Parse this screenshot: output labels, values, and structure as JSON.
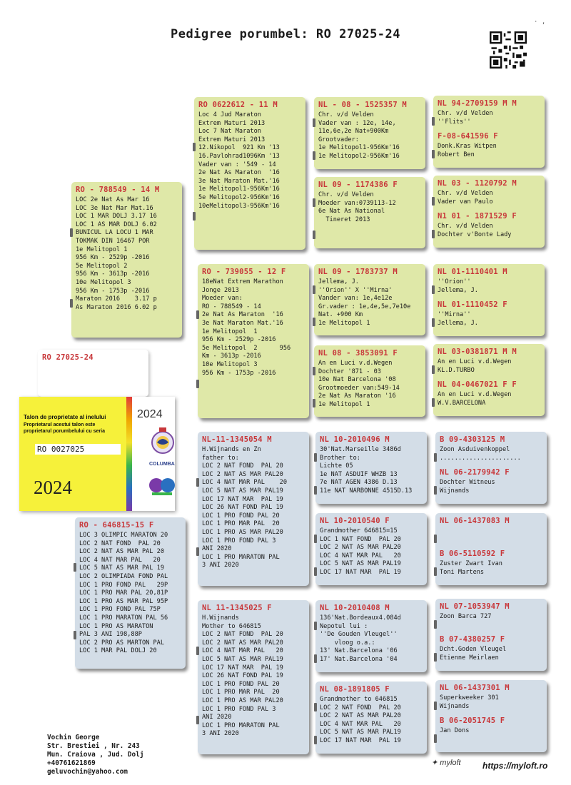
{
  "title": "Pedigree porumbel: RO 27025-24",
  "subject": {
    "ring": "RO 27025-24"
  },
  "talon": {
    "heading": "Talon de proprietate al inelului",
    "subheading": "Proprietarul acestui talon este proprietarul porumbelului cu seria",
    "ring_number": "RO 0027025",
    "year": "2024",
    "brand": "COLUMBA"
  },
  "cards": [
    {
      "ring": "RO - 788549 - 14 M",
      "lines": [
        "LOC 2e Nat As Mar 16",
        "LOC 3e Nat Mar Mat.16",
        "LOC 1 MAR DOLJ 3.17 16",
        "LOC 1 AS MAR DOLJ 6.02",
        "BUNICUL LA LOCU 1 MAR",
        "TOKMAK DIN 16467 POR",
        "1e Melitopol 1",
        "956 Km - 2529p -2016",
        "5e Melitopol 2",
        "956 Km - 3613p -2016",
        "10e Melitopol 3",
        "956 Km - 1753p -2016",
        "Maraton 2016    3.17 p",
        "As Maraton 2016 6.02 p"
      ]
    },
    {
      "ring": "RO - 646815-15 F",
      "lines": [
        "LOC 3 OLIMPIC MARATON 20",
        "LOC 2 NAT FOND  PAL 20",
        "LOC 2 NAT AS MAR PAL 20",
        "LOC 4 NAT MAR PAL   20",
        "LOC 5 NAT AS MAR PAL 19",
        "LOC 2 OLIMPIADA FOND PAL",
        "LOC 1 PRO FOND PAL   29P",
        "LOC 1 PRO MAR PAL 20,81P",
        "LOC 1 PRO AS MAR PAL 95P",
        "LOC 1 PRO FOND PAL 75P",
        "LOC 1 PRO MARATON PAL 56",
        "LOC 1 PRO AS MARATON",
        "PAL 3 ANI 198,88P",
        "LOC 2 PRO AS MARTON PAL",
        "LOC 1 MAR PAL DOLJ 20"
      ]
    },
    {
      "ring": "RO 0622612 - 11 M",
      "lines": [
        "Loc 4 Jud Maraton",
        "Extrem Maturi 2013",
        "Loc 7 Nat Maraton",
        "Extrem Maturi 2013",
        "12.Nikopol  921 Km '13",
        "16.Pavlohrad1096Km '13",
        "Vader van : '549 - 14",
        "2e Nat As Maraton  '16",
        "3e Nat Maraton Mat.'16",
        "1e Melitopol1-956Km'16",
        "5e Melitopol2-956Km'16",
        "10eMelitopol3-956Km'16"
      ]
    },
    {
      "ring": "RO - 739055 - 12 F",
      "lines": [
        "18eNat Extrem Marathon",
        "Jonge 2013",
        "Moeder van:",
        "RO - 788549 - 14",
        "2e Nat As Maraton  '16",
        "3e Nat Maraton Mat.'16",
        "1e Melitopol  1",
        "956 Km - 2529p -2016",
        "5e Melitopol  2      956",
        "Km - 3613p -2016",
        "10e Melitopol 3",
        "956 Km - 1753p -2016"
      ]
    },
    {
      "ring": "NL-11-1345054 M",
      "lines": [
        "H.Wijnands en Zn",
        "father to:",
        "LOC 2 NAT FOND  PAL 20",
        "LOC 2 NAT AS MAR PAL20",
        "LOC 4 NAT MAR PAL    20",
        "LOC 5 NAT AS MAR PAL19",
        "LOC 17 NAT MAR  PAL 19",
        "LOC 26 NAT FOND PAL 19",
        "LOC 1 PRO FOND PAL 20",
        "LOC 1 PRO MAR PAL  20",
        "LOC 1 PRO AS MAR PAL20",
        "LOC 1 PRO FOND PAL 3",
        "ANI 2020",
        "LOC 1 PRO MARATON PAL",
        "3 ANI 2020"
      ]
    },
    {
      "ring": "NL 11-1345025 F",
      "lines": [
        "H.Wijnands",
        "Mother to 646815",
        "LOC 2 NAT FOND  PAL 20",
        "LOC 2 NAT AS MAR PAL20",
        "LOC 4 NAT MAR PAL   20",
        "LOC 5 NAT AS MAR PAL19",
        "LOC 17 NAT MAR  PAL 19",
        "LOC 26 NAT FOND PAL 19",
        "LOC 1 PRO FOND PAL 20",
        "LOC 1 PRO MAR PAL  20",
        "LOC 1 PRO AS MAR PAL20",
        "LOC 1 PRO FOND PAL 3",
        "ANI 2020",
        "LOC 1 PRO MARATON PAL",
        "3 ANI 2020"
      ]
    },
    {
      "ring": "NL - 08 - 1525357 M",
      "lines": [
        "Chr. v/d Velden",
        "Vader van : 12e, 14e,",
        "11e,6e,2e Nat+900Km",
        "Grootvader:",
        "1e Melitopol1-956Km'16",
        "1e Melitopol2-956Km'16"
      ]
    },
    {
      "ring": "NL 09 - 1174386 F",
      "lines": [
        "Chr. v/d Velden",
        "Moeder van:0739113-12",
        "6e Nat As National",
        "  Tineret 2013"
      ]
    },
    {
      "ring": "NL 09 - 1783737 M",
      "lines": [
        "Jellema, J.",
        "''Orion'' X ''Mirna'",
        "Vander van: 1e,4e12e",
        "Gr.vader : 1e,4e,5e,7e10e",
        "Nat. +900 Km",
        "1e Melitopol 1"
      ]
    },
    {
      "ring": "NL 08 - 3853091 F",
      "lines": [
        "An en Luci v.d.Wegen",
        "Dochter '871 - 03",
        "10e Nat Barcelona '08",
        "Grootmoeder van:549-14",
        "2e Nat As Maraton '16",
        "1e Melitopol 1"
      ]
    },
    {
      "ring": "NL 10-2010496 M",
      "lines": [
        "30'Nat.Marseille 3486d",
        "Brother to:",
        "Lichte 05",
        "1e NAT ASDUIF WHZB 13",
        "7e NAT AGEN 4386 D.13",
        "11e NAT NARBONNE 4515D.13"
      ]
    },
    {
      "ring": "NL 10-2010540 F",
      "lines": [
        "Grandmother 646815=15",
        "LOC 1 NAT FOND  PAL 20",
        "LOC 2 NAT AS MAR PAL20",
        "LOC 4 NAT MAR PAL   20",
        "LOC 5 NAT AS MAR PAL19",
        "LOC 17 NAT MAR  PAL 19"
      ]
    },
    {
      "ring": "NL 10-2010408 M",
      "lines": [
        "136'Nat.Bordeaux4.084d",
        "Nepotul lui :",
        "''De Gouden Vleugel''",
        "    vloog o.a.:",
        "13' Nat.Barcelona '06",
        "17' Nat.Barcelona '04"
      ]
    },
    {
      "ring": "NL 08-1891805 F",
      "lines": [
        "Grandmother to 646815",
        "LOC 2 NAT FOND  PAL 20",
        "LOC 2 NAT AS MAR PAL20",
        "LOC 4 NAT MAR PAL   20",
        "LOC 5 NAT AS MAR PAL19",
        "LOC 17 NAT MAR  PAL 19"
      ]
    },
    {
      "ring": "NL 94-2709159 M M",
      "lines": [
        "Chr. v/d Velden",
        "''Flits''"
      ],
      "ring2": "F-08-641596 F",
      "lines2": [
        "Donk.Kras Witpen",
        "Robert Ben"
      ]
    },
    {
      "ring": "NL 03 - 1120792 M",
      "lines": [
        "Chr. v/d Velden",
        "Vader van Paulo"
      ],
      "ring2": "N1 01 - 1871529 F",
      "lines2": [
        "Chr. v/d Velden",
        "Dochter v'Bonte Lady"
      ]
    },
    {
      "ring": "NL 01-1110401 M",
      "lines": [
        "''Orion''",
        "Jellema, J."
      ],
      "ring2": "NL 01-1110452 F",
      "lines2": [
        "''Mirna''",
        "Jellema, J."
      ]
    },
    {
      "ring": "NL 03-0381871 M M",
      "lines": [
        "An en Luci v.d.Wegen",
        "KL.D.TURBO"
      ],
      "ring2": "NL 04-0467021 F F",
      "lines2": [
        "An en Luci v.d.Wegen",
        "W.V.BARCELONA"
      ]
    },
    {
      "ring": "B 09-4303125 M",
      "lines": [
        "Zoon Asduivenkoppel",
        "......................"
      ],
      "ring2": "NL 06-2179942 F",
      "lines2": [
        "Dochter Witneus",
        "Wijnands"
      ]
    },
    {
      "ring": "NL 06-1437083 M",
      "lines": [],
      "ring2": "B 06-5110592 F",
      "lines2": [
        "Zuster Zwart Ivan",
        "Toni Martens"
      ]
    },
    {
      "ring": "NL 07-1053947 M",
      "lines": [
        "Zoon Barca 727"
      ],
      "ring2": "B 07-4380257 F",
      "lines2": [
        "Dcht.Goden Vleugel",
        "Etienne Meirlaen"
      ]
    },
    {
      "ring": "NL 06-1437301 M",
      "lines": [
        "Superkweeker 301",
        "Wijnands"
      ],
      "ring2": "B 06-2051745 F",
      "lines2": [
        "Jan Dons"
      ]
    }
  ],
  "owner": {
    "name": "Vochin George",
    "street": "Str. Brestiei , Nr. 243",
    "city": "Mun. Craiova , Jud. Dolj",
    "phone": "+40761621869",
    "email": "geluvochin@yahoo.com"
  },
  "brand": {
    "logo": "myloft",
    "url": "https://myloft.ro"
  }
}
